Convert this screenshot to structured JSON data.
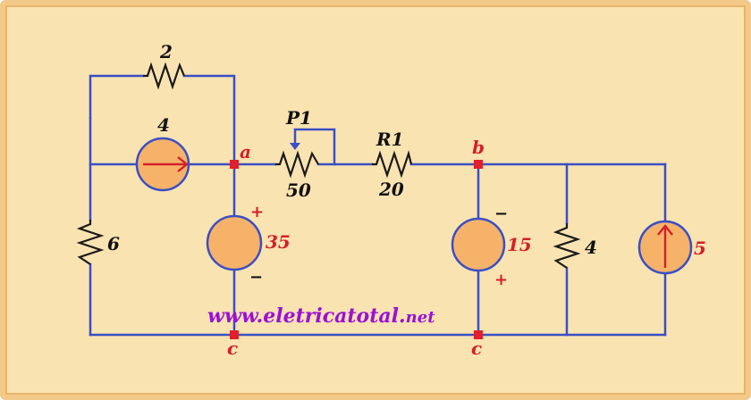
{
  "labels": {
    "r_top": "2",
    "src_left_current": "4",
    "r_left": "6",
    "node_a": "a",
    "src_35": "35",
    "src_35_plus": "+",
    "src_35_minus": "−",
    "pot_name": "P1",
    "pot_value": "50",
    "r1_name": "R1",
    "r1_value": "20",
    "node_b": "b",
    "src_15": "15",
    "src_15_minus": "−",
    "src_15_plus": "+",
    "r_right": "4",
    "src_right_current": "5",
    "node_c_left": "c",
    "node_c_right": "c"
  },
  "watermark": {
    "main": "www.eletricatotal.",
    "suffix": "net"
  },
  "colors": {
    "wire": "#3a4fc4",
    "source_fill": "#f7b26a",
    "node": "#e0202a",
    "label_red": "#d3202a",
    "watermark": "#9b10d6",
    "background": "#f9e3b1"
  }
}
